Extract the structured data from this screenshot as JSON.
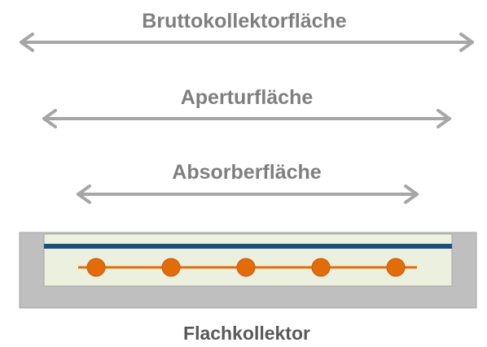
{
  "labels": {
    "gross_area": "Bruttokollektorfläche",
    "aperture_area": "Aperturfläche",
    "absorber_area": "Absorberfläche",
    "collector_caption": "Flachkollektor"
  },
  "colors": {
    "arrow": "#a6a6a6",
    "label_text": "#7f7f7f",
    "caption_text": "#595959",
    "frame": "#bfbfbf",
    "frame_border": "#a6a6a6",
    "interior": "#ebf1de",
    "glass_cover": "#1f4e79",
    "absorber_pipe": "#e36c09",
    "absorber_node": "#e36c09"
  },
  "absorber": {
    "node_count": 5
  }
}
